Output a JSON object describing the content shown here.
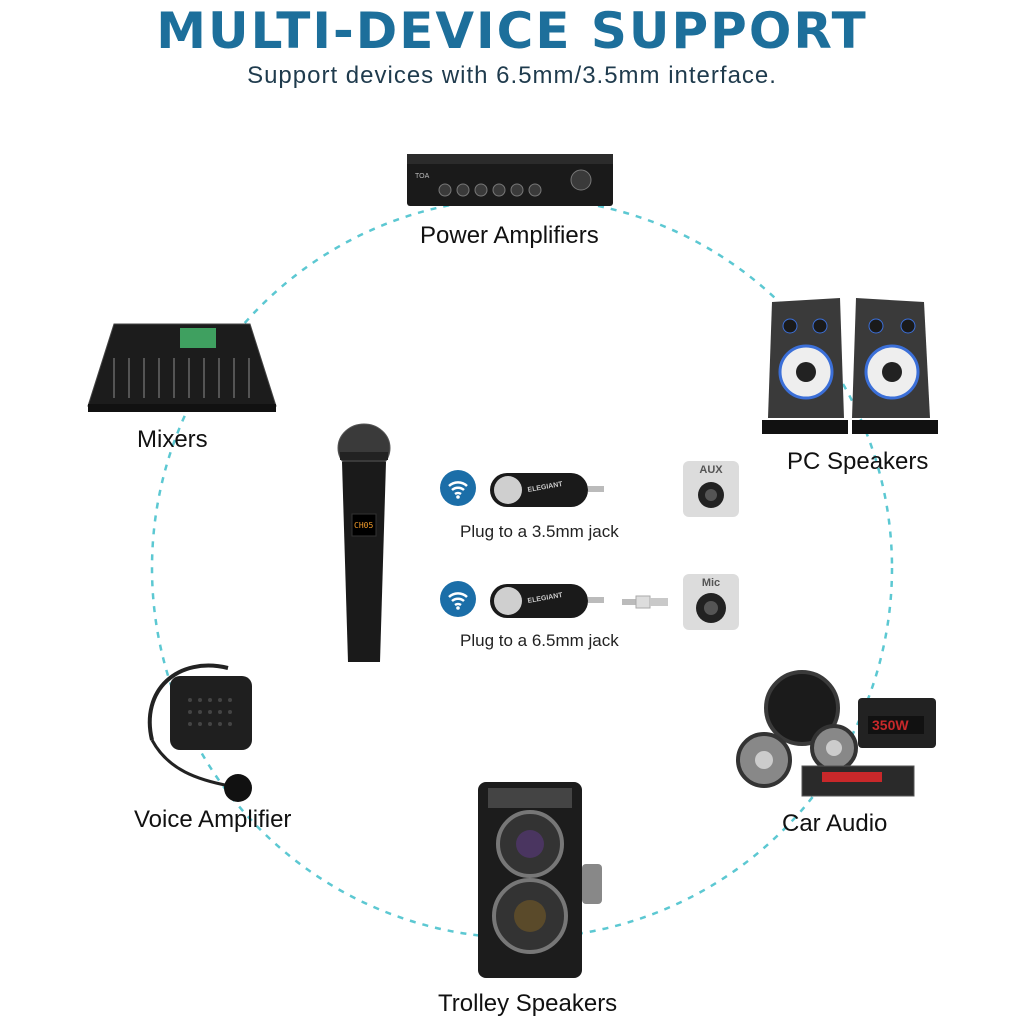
{
  "header": {
    "title": "MULTI-DEVICE SUPPORT",
    "subtitle": "Support devices with 6.5mm/3.5mm interface."
  },
  "colors": {
    "title": "#1d6f9b",
    "ring": "#5cc8d2",
    "wifi_badge": "#1b6ea8",
    "device_dark": "#1a1a1a",
    "speaker_glow": "#3b6fd8",
    "car_audio_red": "#c8282a"
  },
  "devices": {
    "power_amplifiers": {
      "label": "Power Amplifiers",
      "brand": "TOA",
      "icon": "power-amplifier-icon"
    },
    "mixers": {
      "label": "Mixers",
      "icon": "mixing-console-icon"
    },
    "pc_speakers": {
      "label": "PC Speakers",
      "icon": "pc-speakers-icon"
    },
    "voice_amplifier": {
      "label": "Voice Amplifier",
      "icon": "voice-amplifier-icon"
    },
    "car_audio": {
      "label": "Car Audio",
      "badge": "350W",
      "icon": "car-audio-icon"
    },
    "trolley_speakers": {
      "label": "Trolley Speakers",
      "icon": "trolley-speaker-icon"
    }
  },
  "microphone": {
    "icon": "wireless-microphone-icon",
    "display_text": "CH05"
  },
  "connections": [
    {
      "label": "Plug to a 3.5mm jack",
      "jack_label": "AUX",
      "receiver_brand": "ELEGIANT",
      "icon": "wifi-icon",
      "adapter": false
    },
    {
      "label": "Plug to a 6.5mm jack",
      "jack_label": "Mic",
      "receiver_brand": "ELEGIANT",
      "icon": "wifi-icon",
      "adapter": true
    }
  ]
}
